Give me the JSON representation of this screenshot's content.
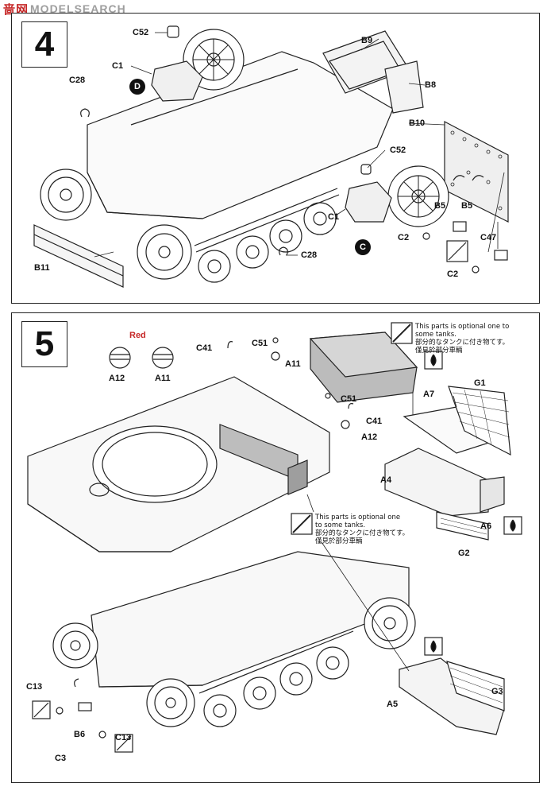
{
  "watermark": {
    "cn": "啬网",
    "en": "MODELSEARCH"
  },
  "step4": {
    "number": "4",
    "labels": {
      "c52a": "C52",
      "c1a": "C1",
      "d": "D",
      "c28a": "C28",
      "b9": "B9",
      "b8": "B8",
      "b10": "B10",
      "c52b": "C52",
      "c1b": "C1",
      "c": "C",
      "b5a": "B5",
      "b5b": "B5",
      "c2a": "C2",
      "c47": "C47",
      "c2b": "C2",
      "c28b": "C28",
      "b11": "B11"
    }
  },
  "step5": {
    "number": "5",
    "color_label": "Red",
    "labels": {
      "a12a": "A12",
      "a11a": "A11",
      "c41a": "C41",
      "c51a": "C51",
      "a11b": "A11",
      "a7": "A7",
      "g1": "G1",
      "c51b": "C51",
      "c41b": "C41",
      "a12b": "A12",
      "a4": "A4",
      "a6": "A6",
      "g2": "G2",
      "g3": "G3",
      "a5": "A5",
      "c13a": "C13",
      "b6": "B6",
      "c13b": "C13",
      "c3": "C3"
    },
    "note_top": {
      "en": "This parts is optional one to",
      "en2": "some tanks.",
      "jp": "部分的なタンクに付き物てす。",
      "cn": "僅見於部分車輛"
    },
    "note_mid": {
      "en": "This parts is optional one",
      "en2": "to some tanks.",
      "jp": "部分的なタンクに付き物てす。",
      "cn": "僅見於部分車輛"
    }
  },
  "colors": {
    "accent": "#c62828",
    "line": "#222222"
  }
}
